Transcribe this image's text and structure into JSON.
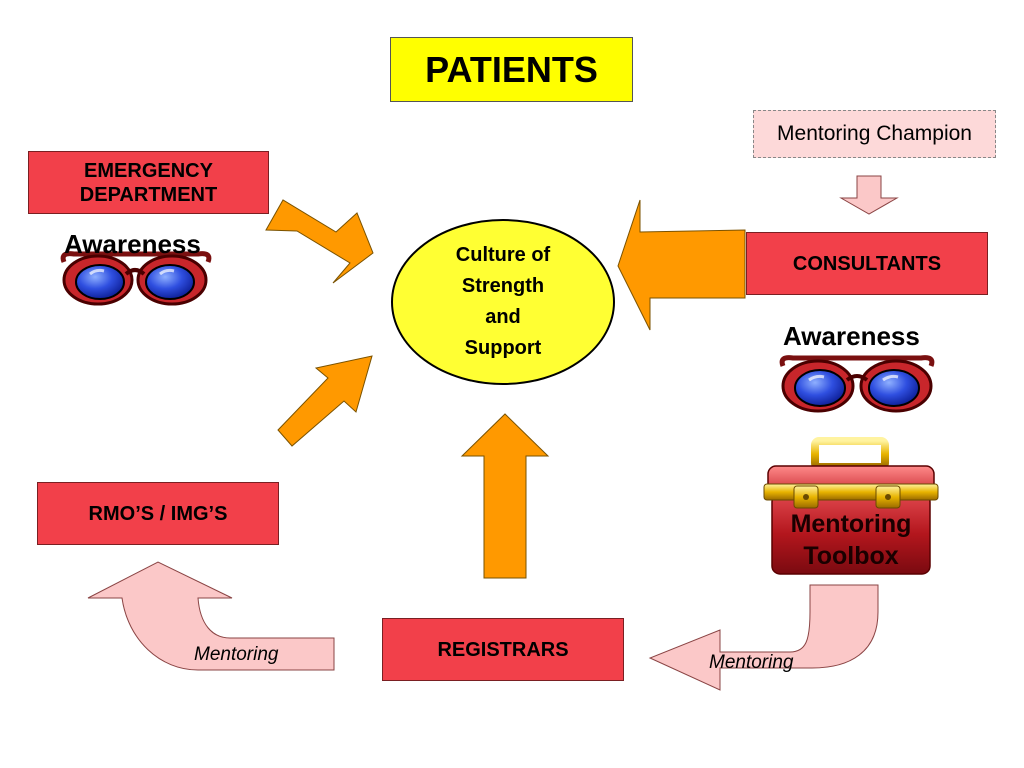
{
  "title": "PATIENTS",
  "center": {
    "lines": [
      "Culture of",
      "Strength",
      "and",
      "Support"
    ]
  },
  "groups": {
    "emergency": {
      "lines": [
        "EMERGENCY",
        "DEPARTMENT"
      ]
    },
    "consultants": {
      "label": "CONSULTANTS"
    },
    "rmos": {
      "label": "RMO’S / IMG’S"
    },
    "registrars": {
      "label": "REGISTRARS"
    }
  },
  "mentoring_champion": "Mentoring Champion",
  "awareness": {
    "left": "Awareness",
    "right": "Awareness"
  },
  "toolbox": {
    "lines": [
      "Mentoring",
      "Toolbox"
    ],
    "icon": "toolbox-icon"
  },
  "mentoring_labels": {
    "left": "Mentoring",
    "right": "Mentoring"
  },
  "icons": {
    "glasses": "sunglasses-icon"
  },
  "colors": {
    "box_red": "#f2404a",
    "title_yellow": "#ffff00",
    "center_yellow": "#ffff33",
    "arrow_orange": "#ff9900",
    "mentoring_pink": "#fbc8c8"
  }
}
